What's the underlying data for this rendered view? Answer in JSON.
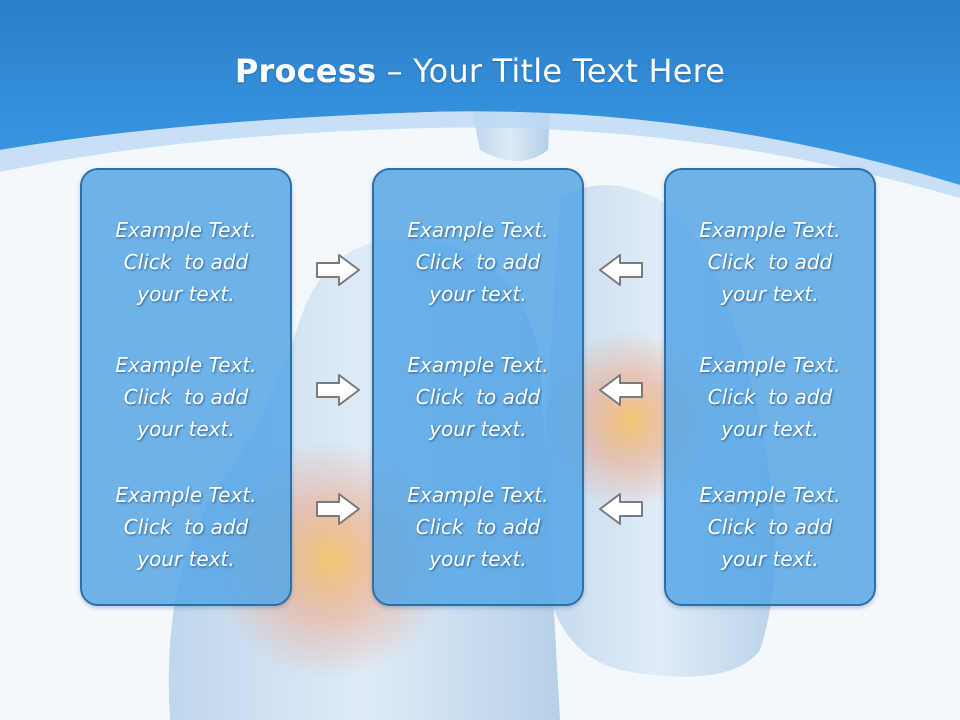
{
  "title": {
    "bold": "Process",
    "rest": " – Your Title Text Here"
  },
  "columns": [
    {
      "blocks": [
        [
          "Example Text.",
          "Click  to add",
          "your text."
        ],
        [
          "Example Text.",
          "Click  to add",
          "your text."
        ],
        [
          "Example Text.",
          "Click  to add",
          "your text."
        ]
      ]
    },
    {
      "blocks": [
        [
          "Example Text.",
          "Click  to add",
          "your text."
        ],
        [
          "Example Text.",
          "Click  to add",
          "your text."
        ],
        [
          "Example Text.",
          "Click  to add",
          "your text."
        ]
      ]
    },
    {
      "blocks": [
        [
          "Example Text.",
          "Click  to add",
          "your text."
        ],
        [
          "Example Text.",
          "Click  to add",
          "your text."
        ],
        [
          "Example Text.",
          "Click  to add",
          "your text."
        ]
      ]
    }
  ],
  "arrows": {
    "left_group": "arrow-right-icon",
    "right_group": "arrow-left-icon"
  },
  "colors": {
    "header_blue": "#2a8ad8",
    "box_fill": "#54a6e6",
    "box_border": "#2f6fa6"
  }
}
